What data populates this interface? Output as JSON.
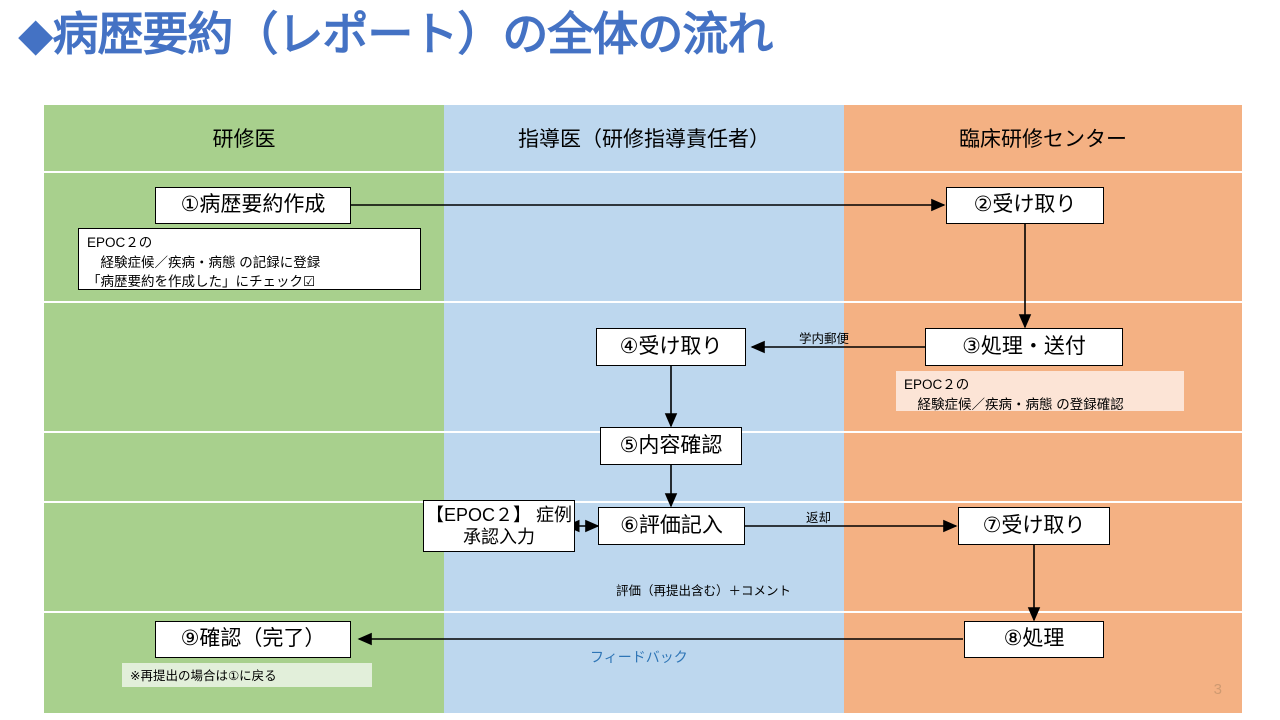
{
  "slide": {
    "title": "◆病歴要約（レポート）の全体の流れ",
    "page_number": "3",
    "title_color": "#4472c4"
  },
  "lanes": [
    {
      "id": "resident",
      "label": "研修医",
      "color": "#a8d08d"
    },
    {
      "id": "mentor",
      "label": "指導医（研修指導責任者）",
      "color": "#bdd7ee"
    },
    {
      "id": "center",
      "label": "臨床研修センター",
      "color": "#f4b183"
    }
  ],
  "steps": [
    {
      "id": "step1",
      "label": "①病歴要約作成",
      "lane": "resident"
    },
    {
      "id": "step2",
      "label": "②受け取り",
      "lane": "center"
    },
    {
      "id": "step3",
      "label": "③処理・送付",
      "lane": "center"
    },
    {
      "id": "step4",
      "label": "④受け取り",
      "lane": "mentor"
    },
    {
      "id": "step5",
      "label": "⑤内容確認",
      "lane": "mentor"
    },
    {
      "id": "step6",
      "label": "⑥評価記入",
      "lane": "mentor"
    },
    {
      "id": "step7",
      "label": "⑦受け取り",
      "lane": "center"
    },
    {
      "id": "step8",
      "label": "⑧処理",
      "lane": "center"
    },
    {
      "id": "step9",
      "label": "⑨確認（完了）",
      "lane": "resident"
    }
  ],
  "side_box": {
    "id": "epoc2-approval",
    "label": "【EPOC２】\n症例承認入力",
    "lane": "mentor"
  },
  "notes": [
    {
      "id": "note-epoc2-register",
      "text": "EPOC２の\n　経験症候／疾病・病態 の記録に登録\n「病歴要約を作成した」にチェック☑",
      "style": "white"
    },
    {
      "id": "note-epoc2-confirm",
      "text": "EPOC２の\n　経験症候／疾病・病態 の登録確認",
      "style": "peach"
    },
    {
      "id": "note-resubmit",
      "text": "※再提出の場合は①に戻る",
      "style": "mint"
    }
  ],
  "connector_labels": [
    {
      "id": "label-campus-mail",
      "text": "学内郵便",
      "style": "plain"
    },
    {
      "id": "label-return",
      "text": "返却",
      "style": "plain"
    },
    {
      "id": "label-evaluation",
      "text": "評価（再提出含む）＋コメント",
      "style": "plain"
    },
    {
      "id": "label-feedback",
      "text": "フィードバック",
      "style": "blue"
    }
  ]
}
